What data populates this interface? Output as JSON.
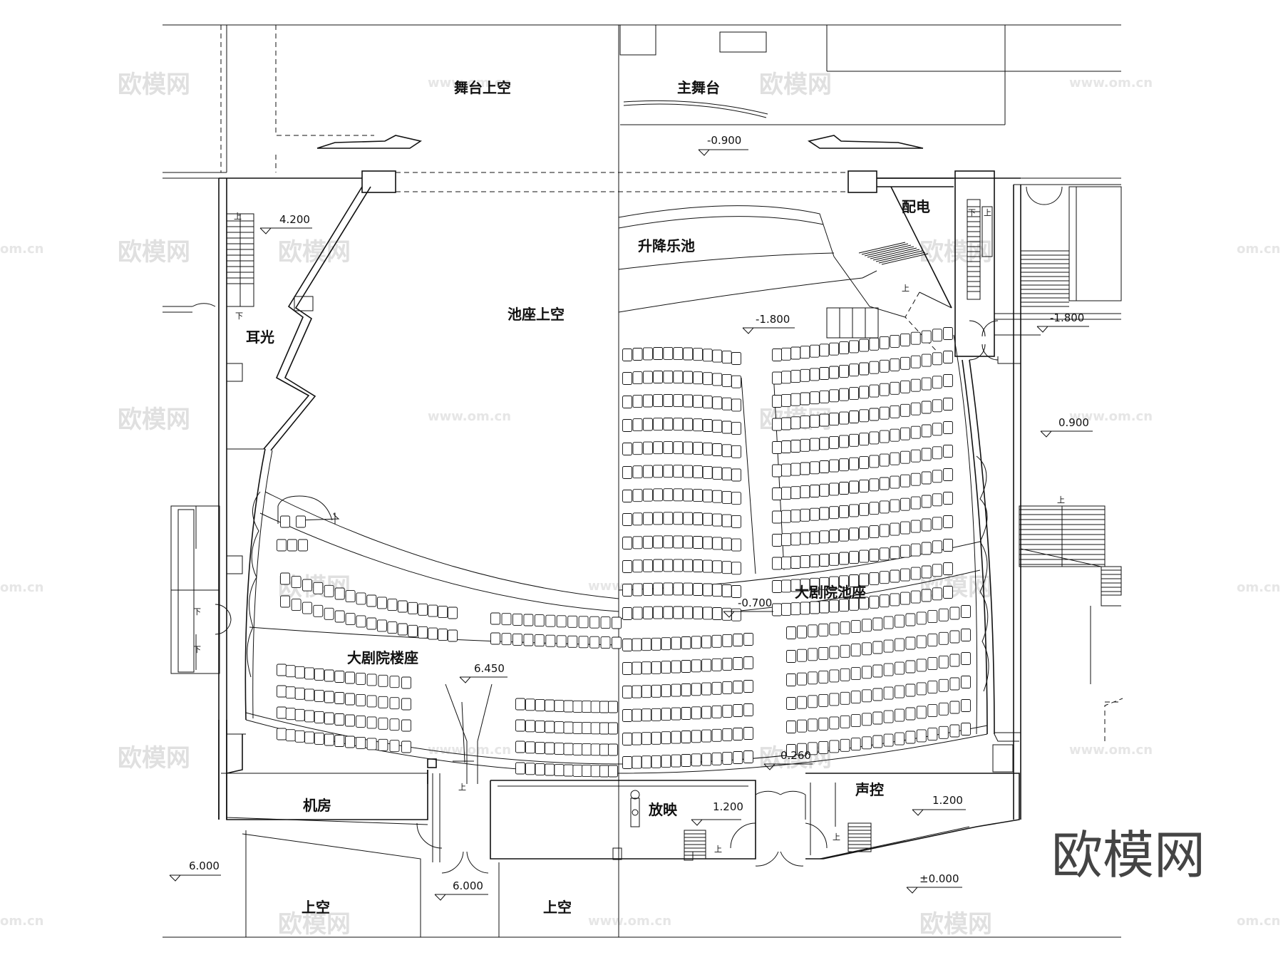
{
  "rooms": {
    "stage_overhead": "舞台上空",
    "main_stage": "主舞台",
    "power": "配电",
    "lift_pit": "升降乐池",
    "stall_overhead": "池座上空",
    "ear_light": "耳光",
    "stalls": "大剧院池座",
    "balcony": "大剧院楼座",
    "machine_room": "机房",
    "projection": "放映",
    "sound_control": "声控",
    "void_left": "上空",
    "void_right": "上空"
  },
  "elevations": {
    "stage": "-0.900",
    "ear_light": "4.200",
    "stalls_front": "-1.800",
    "east_corridor": "-1.800",
    "east_lobby": "0.900",
    "stalls_rear": "-0.700",
    "balcony": "6.450",
    "projection_door": "0.260",
    "projection": "1.200",
    "sound_control": "1.200",
    "lower_left": "6.000",
    "lower_mid": "6.000",
    "ground": "±0.000"
  },
  "stair_marks": {
    "up": "上",
    "down": "下"
  },
  "watermark": {
    "brand": "欧模网",
    "url": "www.om.cn",
    "url_short": "om.cn"
  },
  "colors": {
    "line": "#111111",
    "background": "#ffffff",
    "watermark": "#e0e0e0",
    "brand": "#444444"
  }
}
